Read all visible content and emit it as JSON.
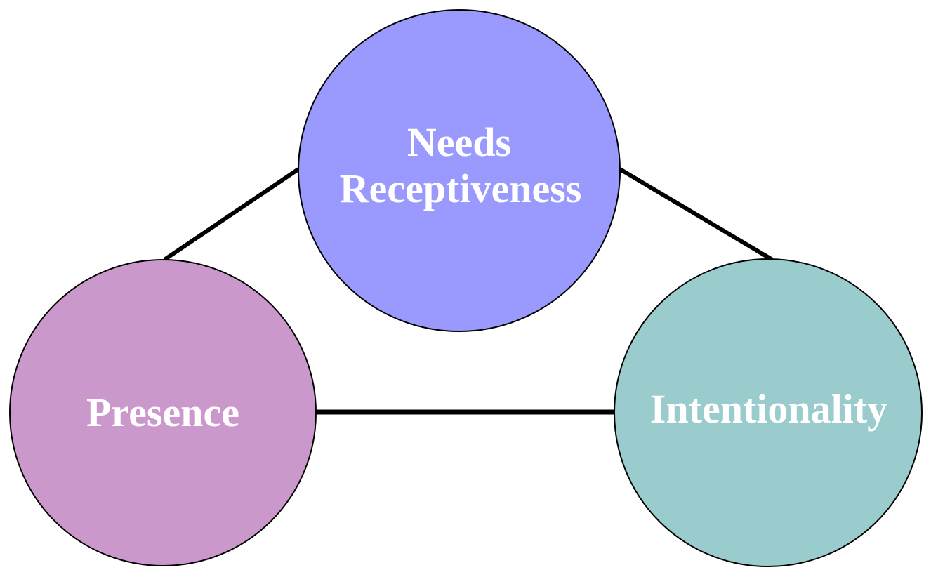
{
  "nodes": {
    "needs": {
      "lines": [
        "Needs",
        "Receptiveness"
      ],
      "fill": "#9a9afe"
    },
    "presence": {
      "lines": [
        "Presence"
      ],
      "fill": "#cb98cb"
    },
    "intentionality": {
      "lines": [
        "Intentionality"
      ],
      "fill": "#9acbcd"
    }
  },
  "connections": [
    {
      "from": "needs",
      "to": "presence"
    },
    {
      "from": "needs",
      "to": "intentionality"
    },
    {
      "from": "presence",
      "to": "intentionality"
    }
  ],
  "colors": {
    "edge": "#000000",
    "outline": "#000000",
    "label": "#ffffff"
  }
}
